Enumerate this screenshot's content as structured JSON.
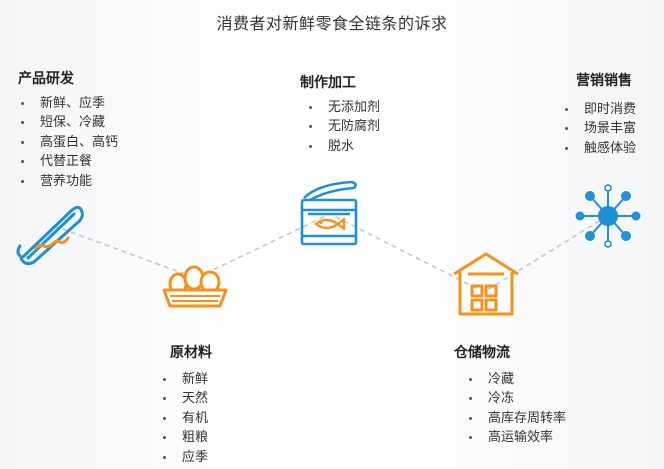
{
  "title": "消费者对新鲜零食全链条的诉求",
  "stages": {
    "product_rd": {
      "heading": "产品研发",
      "items": [
        "新鲜、应季",
        "短保、冷藏",
        "高蛋白、高钙",
        "代替正餐",
        "营养功能"
      ]
    },
    "raw_material": {
      "heading": "原材料",
      "items": [
        "新鲜",
        "天然",
        "有机",
        "粗粮",
        "应季"
      ]
    },
    "processing": {
      "heading": "制作加工",
      "items": [
        "无添加剂",
        "无防腐剂",
        "脱水"
      ]
    },
    "logistics": {
      "heading": "仓储物流",
      "items": [
        "冷藏",
        "冷冻",
        "高库存周转率",
        "高运输效率"
      ]
    },
    "marketing": {
      "heading": "营销销售",
      "items": [
        "即时消费",
        "场景丰富",
        "触感体验"
      ]
    }
  },
  "icons": {
    "product_rd": "hotdog-icon",
    "raw_material": "food-basket-icon",
    "processing": "fish-can-icon",
    "logistics": "warehouse-icon",
    "marketing": "network-icon"
  },
  "colors": {
    "blue": "#1f8fd6",
    "orange": "#f5921e",
    "connector": "#c8c8c8"
  }
}
